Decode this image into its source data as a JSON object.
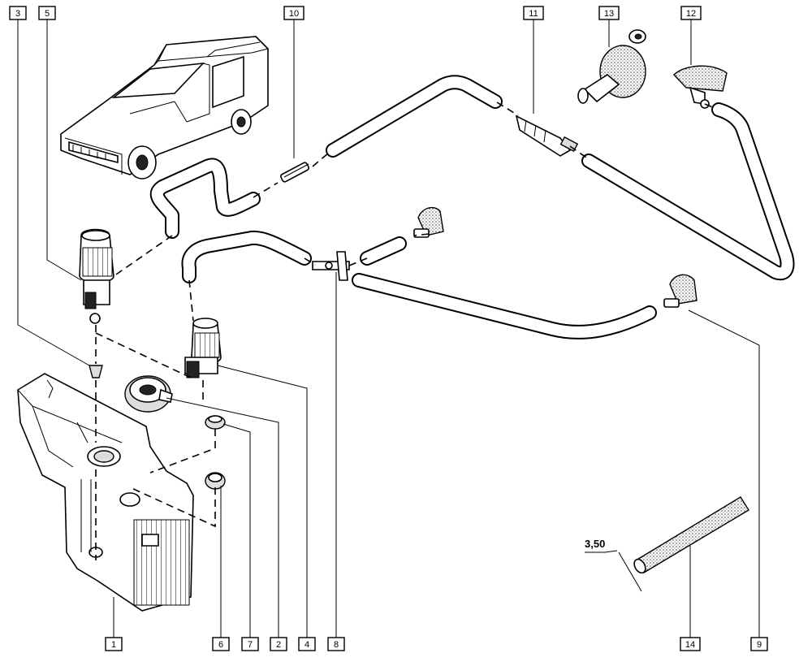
{
  "callouts": {
    "n1": "1",
    "n2": "2",
    "n3": "3",
    "n4": "4",
    "n5": "5",
    "n6": "6",
    "n7": "7",
    "n8": "8",
    "n9": "9",
    "n10": "10",
    "n11": "11",
    "n12": "12",
    "n13": "13",
    "n14": "14"
  },
  "dimension": {
    "diameter_label": "3,50"
  }
}
